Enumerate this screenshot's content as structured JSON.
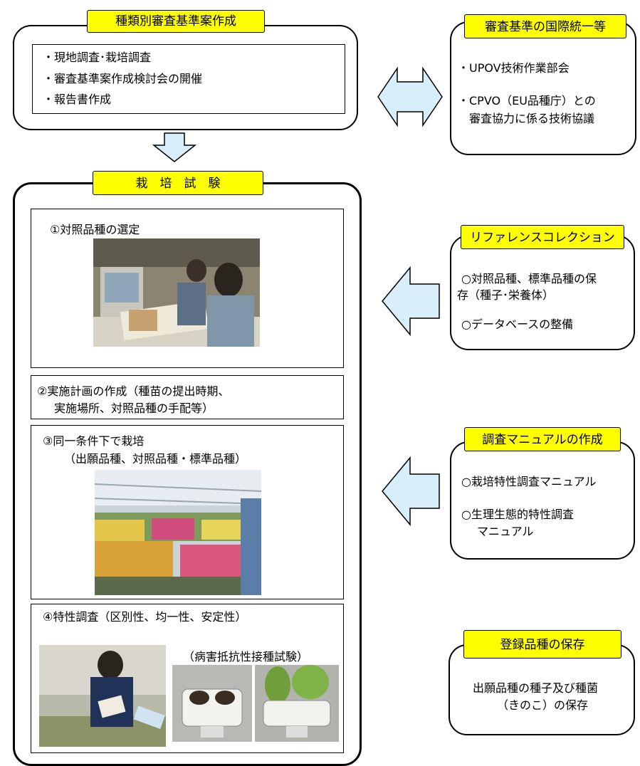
{
  "plan": {
    "title": "種類別審査基準案作成",
    "items": [
      "・現地調査･栽培調査",
      "・審査基準案作成検討会の開催",
      "・報告書作成"
    ]
  },
  "intl": {
    "title": "審査基準の国際統一等",
    "item1": "・UPOV技術作業部会",
    "item2_line1": "・CPVO（EU品種庁）との",
    "item2_line2": "審査協力に係る技術協議"
  },
  "trial": {
    "title": "栽　培　試　験",
    "step1": "①対照品種の選定",
    "step2_line1": "②実施計画の作成（種苗の提出時期、",
    "step2_line2": "実施場所、対照品種の手配等）",
    "step3_line1": "③同一条件下で栽培",
    "step3_line2": "（出願品種、対照品種・標準品種）",
    "step4": "④特性調査（区別性、均一性、安定性）",
    "step4_caption": "（病害抵抗性接種試験）"
  },
  "reference": {
    "title": "リファレンスコレクション",
    "item1_line1": "○対照品種、標準品種の保",
    "item1_line2": "存（種子･栄養体）",
    "item2": "○データベースの整備"
  },
  "manual": {
    "title": "調査マニュアルの作成",
    "item1": "○栽培特性調査マニュアル",
    "item2_line1": "○生理生態的特性調査",
    "item2_line2": "マニュアル"
  },
  "storage": {
    "title": "登録品種の保存",
    "line1": "出願品種の種子及び種菌",
    "line2": "（きのこ）の保存"
  },
  "colors": {
    "tag": "#ffff00",
    "arrow_fill": "#d8eefa",
    "arrow_stroke": "#000000"
  }
}
